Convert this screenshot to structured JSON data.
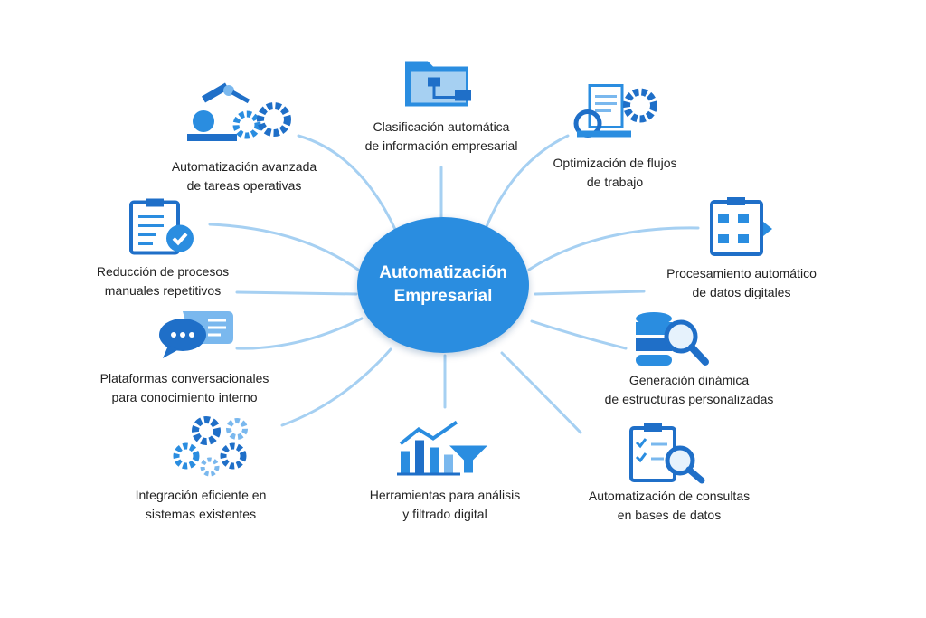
{
  "hub": {
    "line1": "Automatización",
    "line2": "Empresarial"
  },
  "colors": {
    "hub": "#2a8de0",
    "link": "#a6d0f2",
    "icon_dark": "#1f6fc8",
    "icon_light": "#7ab8ee"
  },
  "nodes": [
    {
      "icon": "robot-arm-gears-icon",
      "line1": "Automatización avanzada",
      "line2": "de tareas operativas"
    },
    {
      "icon": "folder-flowchart-icon",
      "line1": "Clasificación automática",
      "line2": "de información empresarial"
    },
    {
      "icon": "document-sync-gear-icon",
      "line1": "Optimización de flujos",
      "line2": "de trabajo"
    },
    {
      "icon": "clipboard-flowchart-icon",
      "line1": "Procesamiento automático",
      "line2": "de datos digitales"
    },
    {
      "icon": "database-search-icon",
      "line1": "Generación dinámica",
      "line2": "de estructuras personalizadas"
    },
    {
      "icon": "checklist-search-icon",
      "line1": "Automatización de consultas",
      "line2": "en bases de datos"
    },
    {
      "icon": "chart-funnel-icon",
      "line1": "Herramientas para análisis",
      "line2": "y filtrado digital"
    },
    {
      "icon": "gears-icon",
      "line1": "Integración eficiente en",
      "line2": "sistemas existentes"
    },
    {
      "icon": "chat-bubbles-icon",
      "line1": "Plataformas conversacionales",
      "line2": "para conocimiento interno"
    },
    {
      "icon": "clipboard-check-icon",
      "line1": "Reducción de procesos",
      "line2": "manuales repetitivos"
    }
  ]
}
